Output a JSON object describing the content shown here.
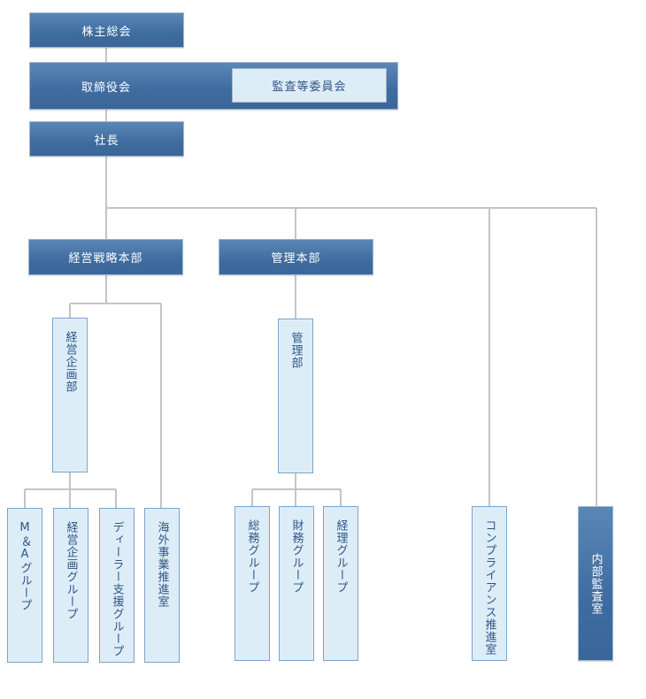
{
  "org": {
    "shareholders": "株主総会",
    "board": "取締役会",
    "audit_committee": "監査等委員会",
    "president": "社長",
    "strategy_hq": "経営戦略本部",
    "admin_hq": "管理本部",
    "planning_dept": "経営企画部",
    "admin_dept": "管理部",
    "ma_group": "M＆Aグループ",
    "planning_group": "経営企画グループ",
    "dealer_group": "ディーラー支援グループ",
    "overseas": "海外事業推進室",
    "general_affairs_group": "総務グループ",
    "finance_group": "財務グループ",
    "accounting_group": "経理グループ",
    "compliance": "コンプライアンス推進室",
    "internal_audit": "内部監査室"
  },
  "colors": {
    "dark_box": "#3f6c9f",
    "light_box": "#ddedf8",
    "line": "#c4c4c4",
    "light_text": "#2f5584"
  }
}
